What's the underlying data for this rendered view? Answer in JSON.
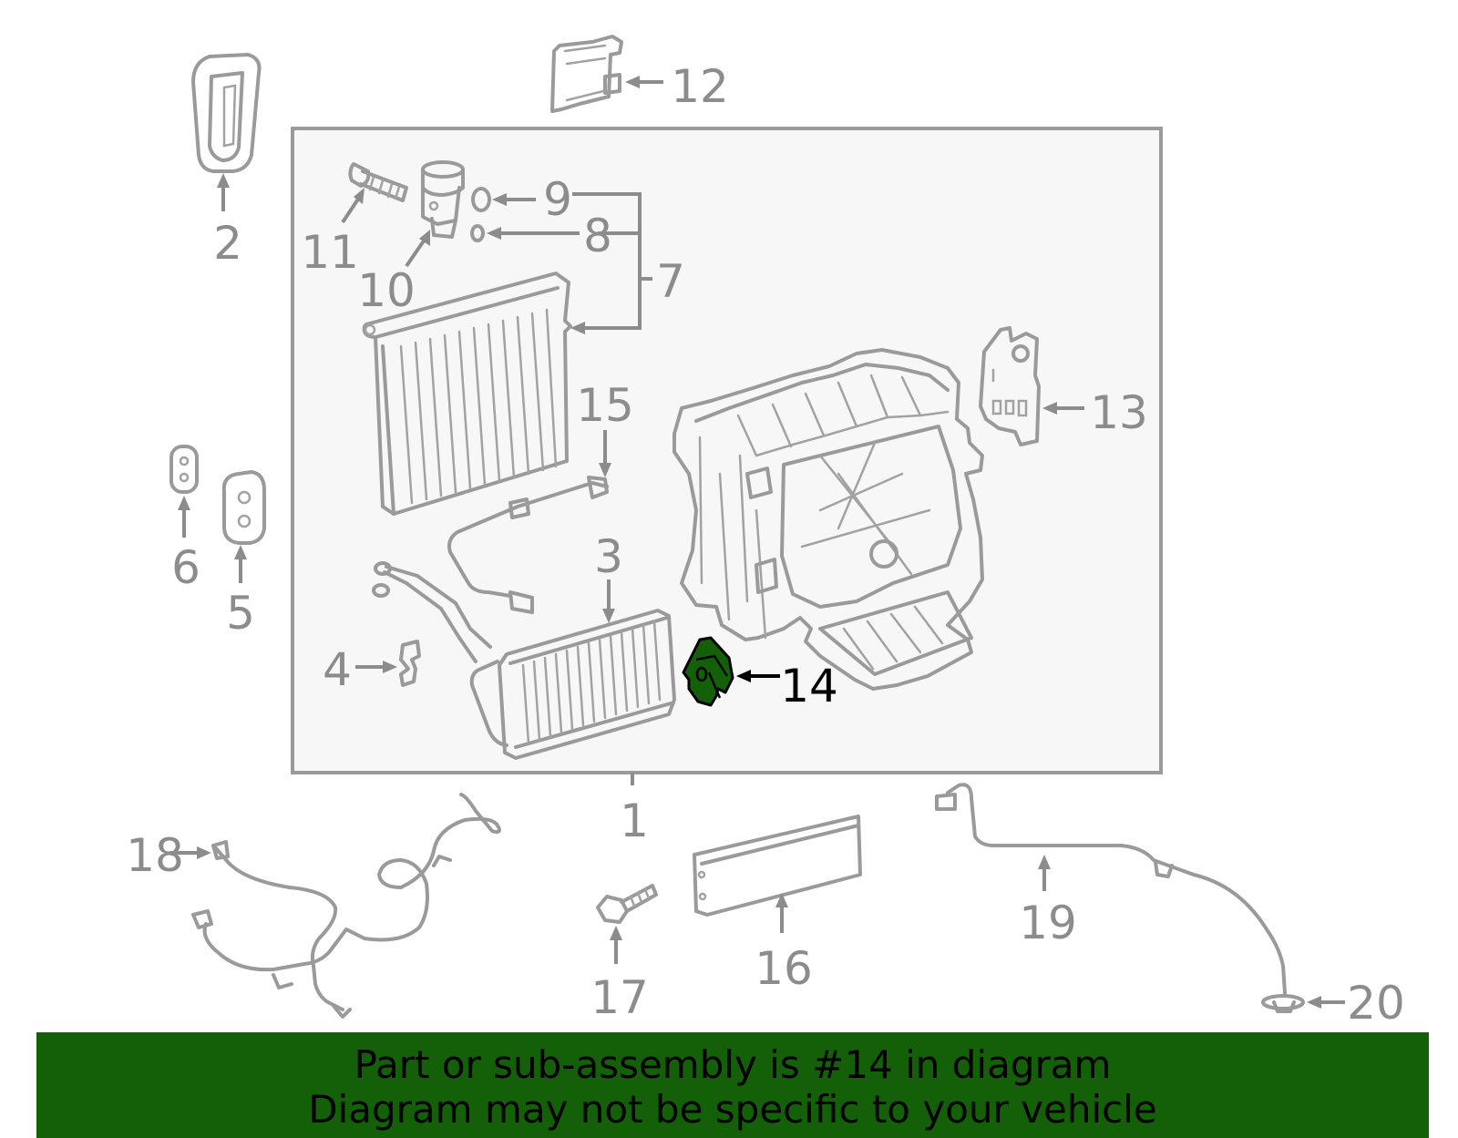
{
  "diagram": {
    "labels": [
      {
        "id": "1",
        "text": "1"
      },
      {
        "id": "2",
        "text": "2"
      },
      {
        "id": "3",
        "text": "3"
      },
      {
        "id": "4",
        "text": "4"
      },
      {
        "id": "5",
        "text": "5"
      },
      {
        "id": "6",
        "text": "6"
      },
      {
        "id": "7",
        "text": "7"
      },
      {
        "id": "8",
        "text": "8"
      },
      {
        "id": "9",
        "text": "9"
      },
      {
        "id": "10",
        "text": "10"
      },
      {
        "id": "11",
        "text": "11"
      },
      {
        "id": "12",
        "text": "12"
      },
      {
        "id": "13",
        "text": "13"
      },
      {
        "id": "14",
        "text": "14"
      },
      {
        "id": "15",
        "text": "15"
      },
      {
        "id": "16",
        "text": "16"
      },
      {
        "id": "17",
        "text": "17"
      },
      {
        "id": "18",
        "text": "18"
      },
      {
        "id": "19",
        "text": "19"
      },
      {
        "id": "20",
        "text": "20"
      }
    ],
    "highlighted_part": "14",
    "colors": {
      "highlight": "#136008",
      "line": "#9a9a9a",
      "label": "#8c8c8c",
      "panel": "#f7f7f7"
    }
  },
  "banner": {
    "line1": "Part or sub-assembly is #14 in diagram",
    "line2": "Diagram may not be specific to your vehicle"
  }
}
